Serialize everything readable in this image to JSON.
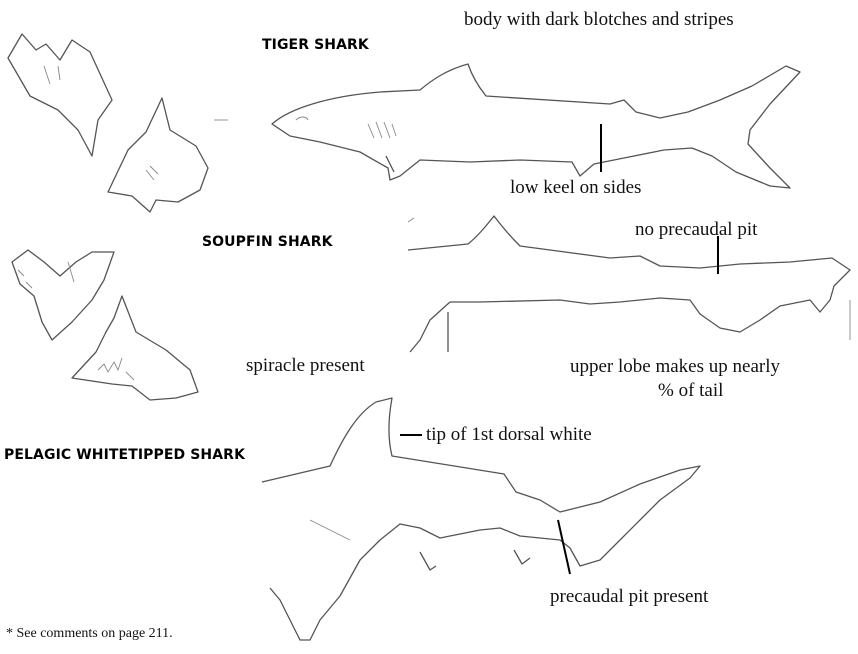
{
  "sections": {
    "tiger": {
      "title": "TIGER SHARK",
      "callout_body": "body with dark blotches and stripes",
      "callout_keel": "low keel on sides"
    },
    "soupfin": {
      "title": "SOUPFIN  SHARK",
      "callout_pit": "no precaudal pit",
      "callout_spiracle": "spiracle present",
      "callout_lobe_line1": "upper lobe makes up nearly",
      "callout_lobe_line2": "% of tail"
    },
    "whitetip": {
      "title": "PELAGIC WHITETIPPED SHARK",
      "callout_dorsal": "tip of 1st dorsal white",
      "callout_pit": "precaudal pit present"
    }
  },
  "footnote": "* See comments on page 211."
}
